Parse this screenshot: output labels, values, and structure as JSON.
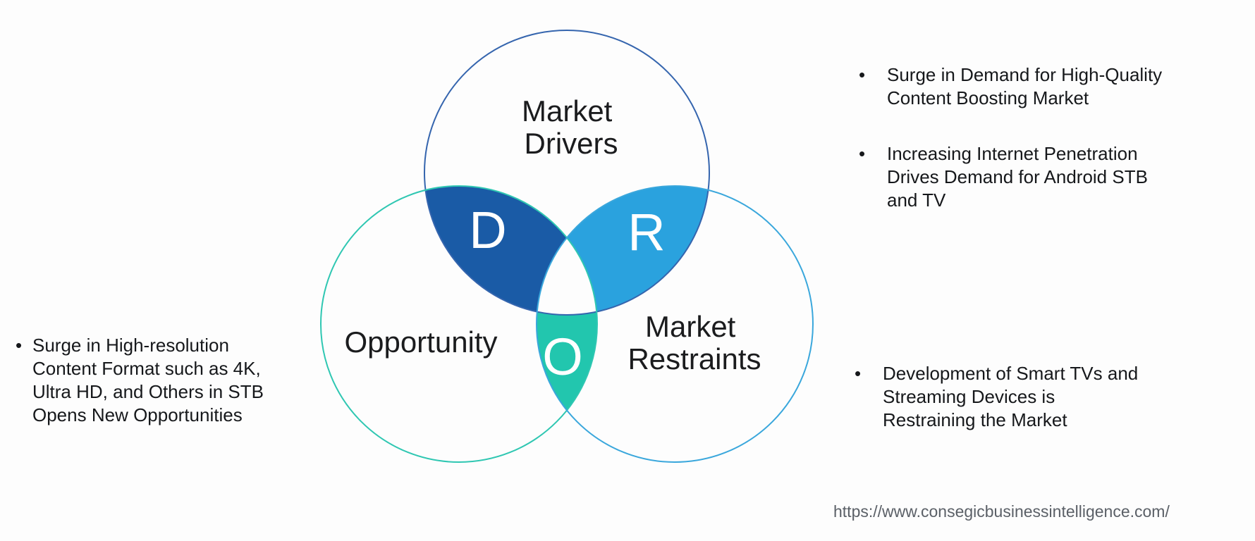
{
  "colors": {
    "background": "#fdfdfd",
    "drivers_stroke": "#3565ae",
    "opportunity_stroke": "#2fc7b2",
    "restraints_stroke": "#3aa7dc",
    "region_d_fill": "#1a5ba6",
    "region_r_fill": "#2aa2de",
    "region_o_fill": "#22c6ae",
    "letter_color": "#ffffff",
    "label_color": "#1b1c1e",
    "bullet_text_color": "#16181b",
    "url_color": "#5b6067"
  },
  "venn": {
    "drivers": {
      "line1": "Market",
      "line2": "Drivers"
    },
    "opportunity": {
      "label": "Opportunity"
    },
    "restraints": {
      "line1": "Market",
      "line2": "Restraints"
    },
    "letters": {
      "d": "D",
      "r": "R",
      "o": "O"
    }
  },
  "bullet_char": "•",
  "left_bullets": [
    {
      "lines": [
        "Surge in High-resolution",
        "Content Format such as 4K,",
        "Ultra HD, and Others in STB",
        "Opens New Opportunities"
      ]
    }
  ],
  "right_bullets": [
    {
      "lines": [
        "Surge in Demand for High-Quality",
        "Content Boosting Market"
      ]
    },
    {
      "lines": [
        "Increasing Internet Penetration",
        "Drives Demand for Android STB",
        "and TV"
      ]
    },
    {
      "lines": [
        "Development of Smart TVs and",
        "Streaming Devices is",
        "Restraining the Market"
      ]
    }
  ],
  "footer": {
    "url": "https://www.consegicbusinessintelligence.com/"
  }
}
